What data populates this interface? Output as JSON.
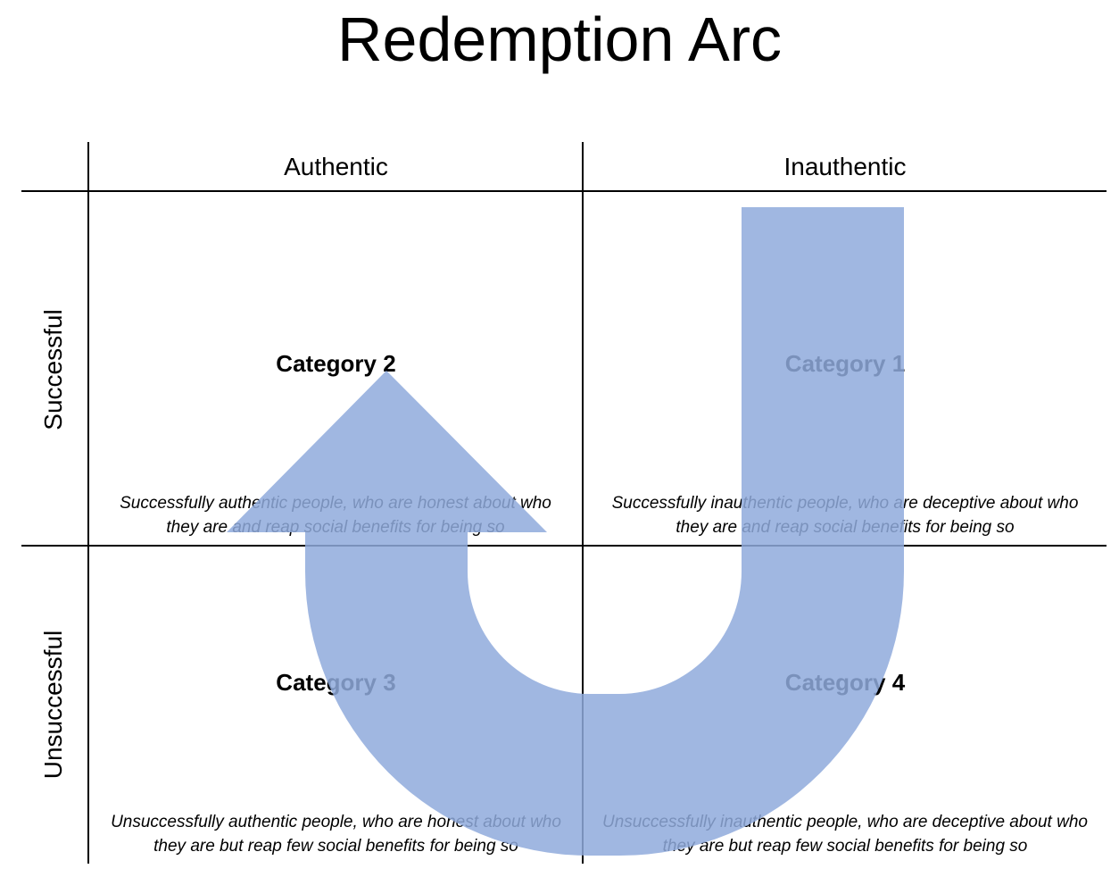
{
  "title": "Redemption Arc",
  "columns": [
    "Authentic",
    "Inauthentic"
  ],
  "rows": [
    "Successful",
    "Unsuccessful"
  ],
  "cells": [
    {
      "category": "Category 2",
      "description": "Successfully authentic people, who are honest about who they are and reap social benefits for being so"
    },
    {
      "category": "Category 1",
      "description": "Successfully inauthentic people, who are deceptive about who they are and reap social benefits for being so"
    },
    {
      "category": "Category 3",
      "description": "Unsuccessfully authentic people, who are honest about who they are but reap few social benefits for being so"
    },
    {
      "category": "Category 4",
      "description": "Unsuccessfully inauthentic people, who are deceptive about who they are but reap few social benefits for being so"
    }
  ],
  "colors": {
    "arrow": "#8faadc",
    "lines": "#000000",
    "text": "#000000"
  }
}
